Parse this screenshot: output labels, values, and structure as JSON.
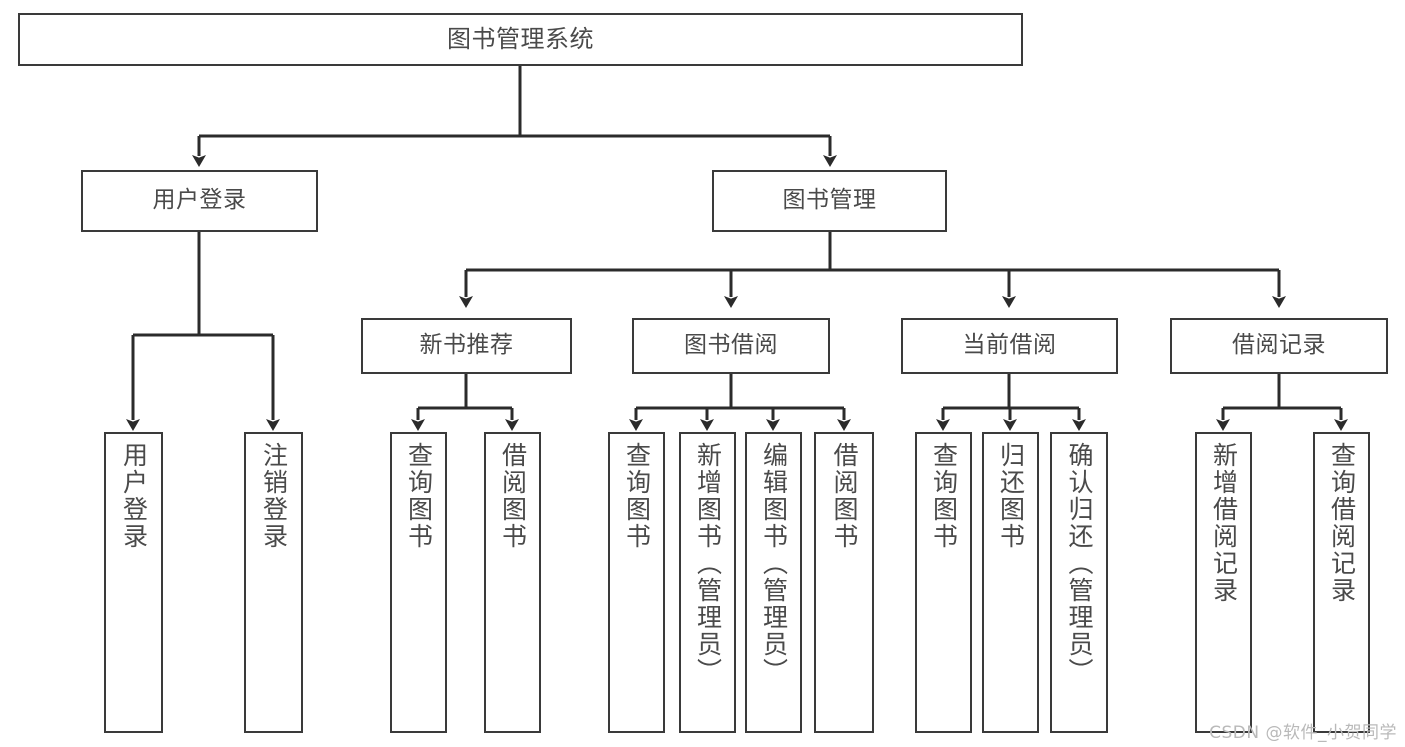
{
  "diagram": {
    "type": "hierarchy-tree",
    "title": "图书管理系统",
    "colors": {
      "background": "#ffffff",
      "box_border": "#3a3a3a",
      "box_fill": "#ffffff",
      "text": "#4a4a4a",
      "connector": "#2b2b2b",
      "watermark": "#b9b9b9"
    },
    "root": {
      "label": "图书管理系统"
    },
    "level2": [
      {
        "label": "用户登录"
      },
      {
        "label": "图书管理"
      }
    ],
    "level3": [
      {
        "label": "新书推荐"
      },
      {
        "label": "图书借阅"
      },
      {
        "label": "当前借阅"
      },
      {
        "label": "借阅记录"
      }
    ],
    "leaves": {
      "user_login": [
        {
          "label": "用户登录"
        },
        {
          "label": "注销登录"
        }
      ],
      "new_book_recommend": [
        {
          "label": "查询图书"
        },
        {
          "label": "借阅图书"
        }
      ],
      "book_borrow": [
        {
          "label": "查询图书"
        },
        {
          "label": "新增图书（管理员）"
        },
        {
          "label": "编辑图书（管理员）"
        },
        {
          "label": "借阅图书"
        }
      ],
      "current_borrow": [
        {
          "label": "查询图书"
        },
        {
          "label": "归还图书"
        },
        {
          "label": "确认归还（管理员）"
        }
      ],
      "borrow_record": [
        {
          "label": "新增借阅记录"
        },
        {
          "label": "查询借阅记录"
        }
      ]
    },
    "watermark": "CSDN @软件_小贺同学"
  }
}
